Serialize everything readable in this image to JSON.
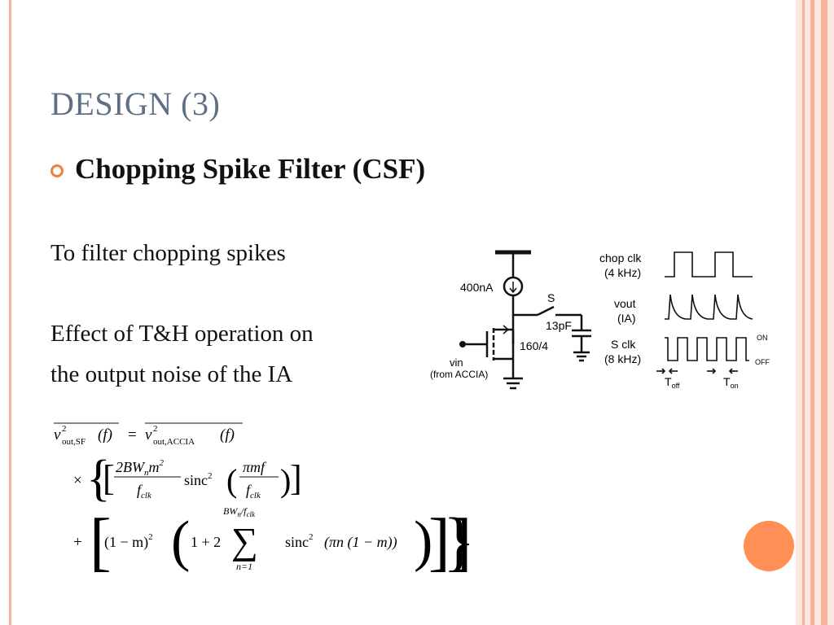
{
  "slide": {
    "title": "DESIGN (3)",
    "bullet": "Chopping Spike Filter (CSF)",
    "para1": "To filter chopping spikes",
    "para2_line1": "Effect of T&H operation on",
    "para2_line2": "the output noise of the IA"
  },
  "colors": {
    "title": "#5f6f86",
    "accent": "#f47f3e",
    "dot": "#ff8f55",
    "frame": "#f7b39a",
    "frame_band": "#fde8df"
  },
  "circuit": {
    "current_label": "400nA",
    "switch_label": "S",
    "cap_label": "13pF",
    "transistor_label": "160/4",
    "vin_label": "vin",
    "vin_from": "(from ACCIA)"
  },
  "timing": {
    "chop_label1": "chop clk",
    "chop_label2": "(4 kHz)",
    "vout_label1": "vout",
    "vout_label2": "(IA)",
    "sclk_label1": "S clk",
    "sclk_label2": "(8 kHz)",
    "on_label": "ON",
    "off_label": "OFF",
    "t_off": "T",
    "t_off_sub": "off",
    "t_on": "T",
    "t_on_sub": "on"
  },
  "equation": {
    "lhs_v": "v",
    "sq": "2",
    "lhs_sub": "out,SF",
    "lhs_arg": "(f)",
    "equals": "=",
    "rhs_v": "v",
    "rhs_sub": "out,ACCIA",
    "rhs_arg": "(f)",
    "times": "×",
    "lbrace": "{",
    "rbrace": "}",
    "lbracket": "[",
    "rbracket": "]",
    "num1": "2BW",
    "num1_sub": "n",
    "num1_m": "m",
    "num1_sq": "2",
    "den1": "f",
    "den1_sub": "clk",
    "sinc": "sinc",
    "sinc_sq": "2",
    "lparen": "(",
    "rparen": ")",
    "num2": "πmf",
    "den2": "f",
    "den2_sub": "clk",
    "plus": "+",
    "lbracket2": "[",
    "rbracket2": "]]",
    "term1": "(1 − m)",
    "term1_sq": "2",
    "lparen2": "(",
    "rparen2": ")",
    "one_plus_two": "1 + 2",
    "sum_upper": "BW",
    "sum_upper_sub": "n",
    "sum_upper_rest": "/f",
    "sum_upper_clk": "clk",
    "sigma": "∑",
    "sum_lower": "n=1",
    "sinc2": "sinc",
    "sinc2_sq": "2",
    "sinc2_arg": "(πn (1 − m))"
  }
}
